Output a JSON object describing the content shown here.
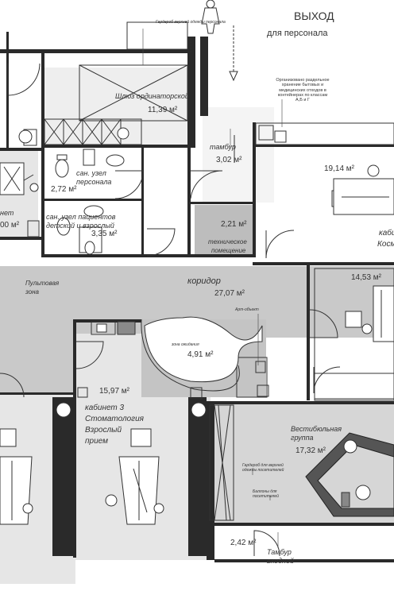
{
  "exit": {
    "title": "ВЫХОД",
    "subtitle": "для персонала"
  },
  "notes": {
    "wardrobe_staff": "Гардероб верхней одежды персонала",
    "waste": "Организовано раздельное хранение бытовых и медицинских отходов в контейнерах по классам А,Б и Г",
    "art_object": "Арт-объект",
    "wardrobe_visitors": "Гардероб для верхней одежды посетителей",
    "umbrellas": "Баллоны для посетителей"
  },
  "rooms": {
    "airlock": {
      "name": "Шлюз ординаторской",
      "area": "11,39 м²"
    },
    "vestibule_staff": {
      "name": "тамбур",
      "area": "3,02 м²"
    },
    "room_19": {
      "area": "19,14 м²"
    },
    "cabinet_right_top": {
      "name1": "кабин",
      "name2": "Косм"
    },
    "wc_staff": {
      "name1": "сан. узел",
      "name2": "персонала",
      "area": "2,72 м²"
    },
    "wc_patients": {
      "name1": "сан. узел пациентов",
      "name2": "детский и взрослый",
      "area": "3,35 м²"
    },
    "tech": {
      "name1": "техническое",
      "name2": "помещение",
      "area": "2,21 м²"
    },
    "left_cabinet": {
      "name": "нет",
      "area": "00 м²"
    },
    "control": {
      "name1": "Пультовая",
      "name2": "зона"
    },
    "corridor": {
      "name": "коридор",
      "area": "27,07 м²"
    },
    "room_14": {
      "area": "14,53 м²"
    },
    "waiting": {
      "name": "зона ожидания",
      "area": "4,91 м²"
    },
    "cabinet3": {
      "area": "15,97 м²",
      "line1": "кабинет 3",
      "line2": "Стоматология",
      "line3": "Взрослый",
      "line4": "прием"
    },
    "lobby": {
      "name1": "Вестибюльная",
      "name2": "группа",
      "area": "17,32 м²"
    },
    "vestibule_entry": {
      "area": "2,42 м²",
      "name1": "Тамбур",
      "name2": "входной"
    }
  },
  "colors": {
    "wall": "#2a2a2a",
    "grey_fill": "#c9c9c9",
    "light_fill": "#e6e6e6",
    "lobby_fill": "#d6d6d6",
    "reception": "#555555"
  }
}
